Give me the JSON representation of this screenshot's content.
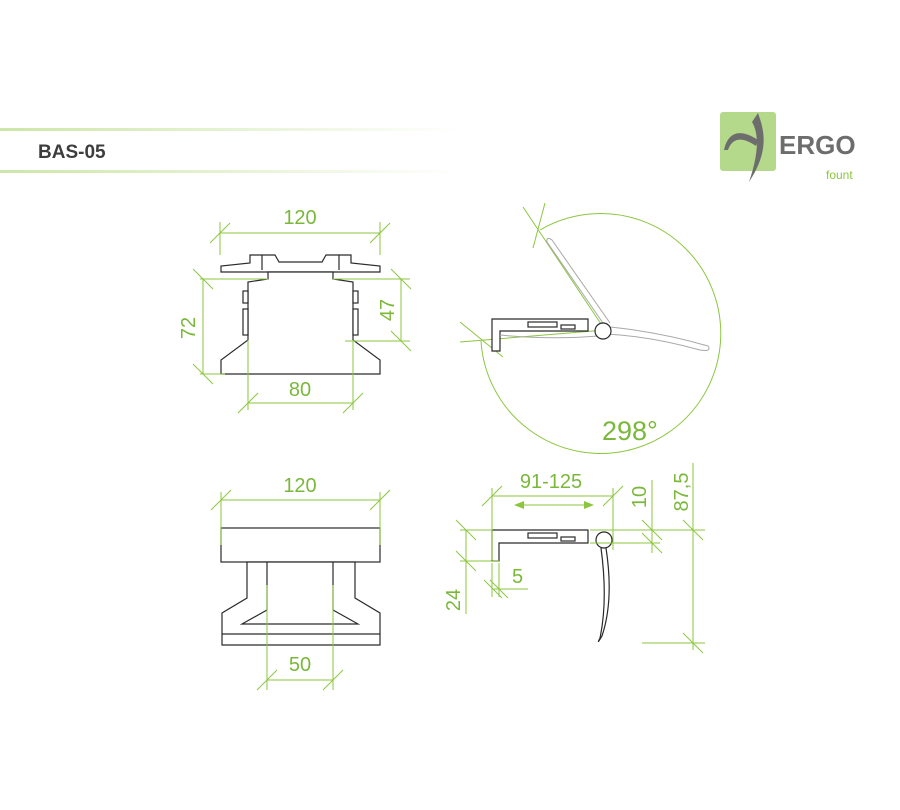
{
  "header": {
    "model": "BAS-05"
  },
  "logo": {
    "brand": "ERGO",
    "sub": "fount",
    "colors": {
      "green": "#b5d98a",
      "gray": "#6d6d6d"
    }
  },
  "colors": {
    "dimension": "#8cc63f",
    "outline": "#2a2a2a"
  },
  "front_view": {
    "width_top": "120",
    "height_total": "72",
    "height_body": "47",
    "width_body": "80"
  },
  "side_view_rotation": {
    "angle": "298°"
  },
  "bottom_view": {
    "width_top": "120",
    "width_inner": "50"
  },
  "side_view": {
    "depth_range": "91-125",
    "hinge_offset": "10",
    "total_height": "87,5",
    "leg_height": "24",
    "leg_thickness": "5"
  }
}
